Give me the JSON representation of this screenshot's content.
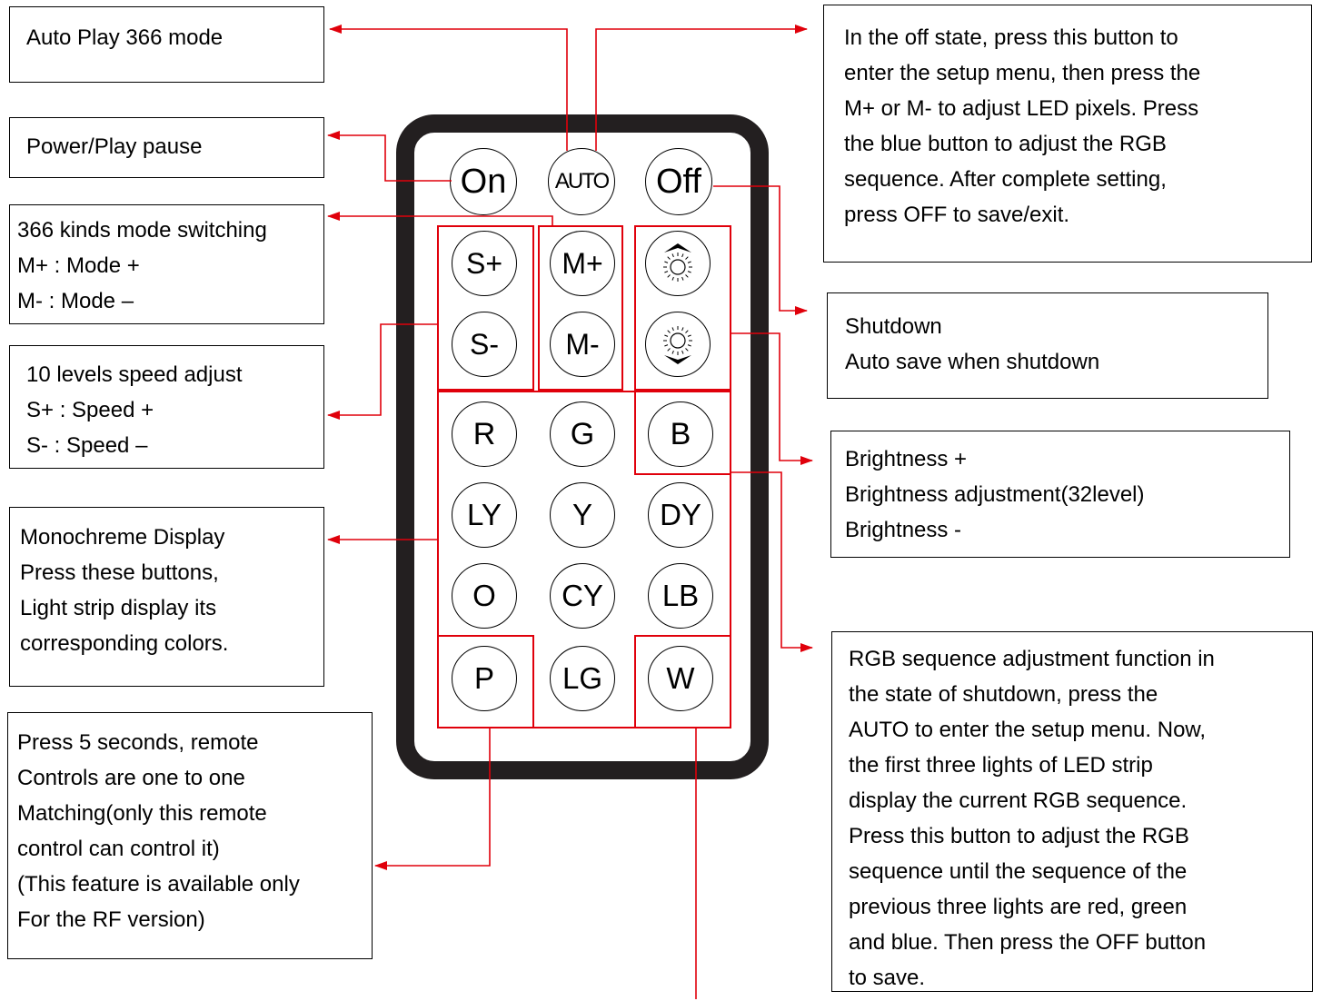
{
  "boxes": {
    "auto_play": {
      "lines": [
        "Auto Play 366 mode"
      ]
    },
    "power": {
      "lines": [
        "Power/Play pause"
      ]
    },
    "mode_switch": {
      "lines": [
        "366 kinds mode switching",
        "M+ : Mode +",
        "M- : Mode –"
      ]
    },
    "speed": {
      "lines": [
        "10 levels speed adjust",
        "S+ : Speed +",
        "S- : Speed –"
      ]
    },
    "mono": {
      "lines": [
        "Monochreme Display",
        "Press these buttons,",
        "Light strip display its",
        "corresponding colors."
      ]
    },
    "pairing": {
      "lines": [
        "Press 5 seconds, remote",
        "Controls are one to one",
        "Matching(only this  remote",
        "control can control it)",
        "(This feature is available only",
        "For the RF version)"
      ]
    },
    "setup": {
      "lines": [
        "In the off state, press this button to",
        "enter the setup menu, then press the",
        "M+ or M- to adjust LED pixels. Press",
        "the blue button to adjust the RGB",
        "sequence. After complete setting,",
        "press OFF to save/exit."
      ]
    },
    "shutdown": {
      "lines": [
        "Shutdown",
        "Auto save when shutdown"
      ]
    },
    "brightness": {
      "lines": [
        "Brightness +",
        "Brightness adjustment(32level)",
        "Brightness -"
      ]
    },
    "rgb_seq": {
      "lines": [
        "RGB sequence adjustment function in",
        "the state of shutdown, press the",
        "AUTO to enter the setup menu. Now,",
        "the first three lights of LED strip",
        "display the current RGB sequence.",
        "Press this button to adjust the RGB",
        "sequence until the sequence of the",
        "previous three lights are red, green",
        "and blue. Then press the OFF button",
        "to save."
      ]
    }
  },
  "buttons": {
    "on": "On",
    "auto": "AUTO",
    "off": "Off",
    "s_plus": "S+",
    "m_plus": "M+",
    "s_minus": "S-",
    "m_minus": "M-",
    "r": "R",
    "g": "G",
    "b": "B",
    "ly": "LY",
    "y": "Y",
    "dy": "DY",
    "o": "O",
    "cy": "CY",
    "lb": "LB",
    "p": "P",
    "lg": "LG",
    "w": "W"
  },
  "icons": {
    "brightness_up": "sun-with-up-arrow-icon",
    "brightness_down": "sun-with-down-arrow-icon"
  },
  "colors": {
    "remote_body": "#231f20",
    "callout_red": "#e0000b"
  }
}
